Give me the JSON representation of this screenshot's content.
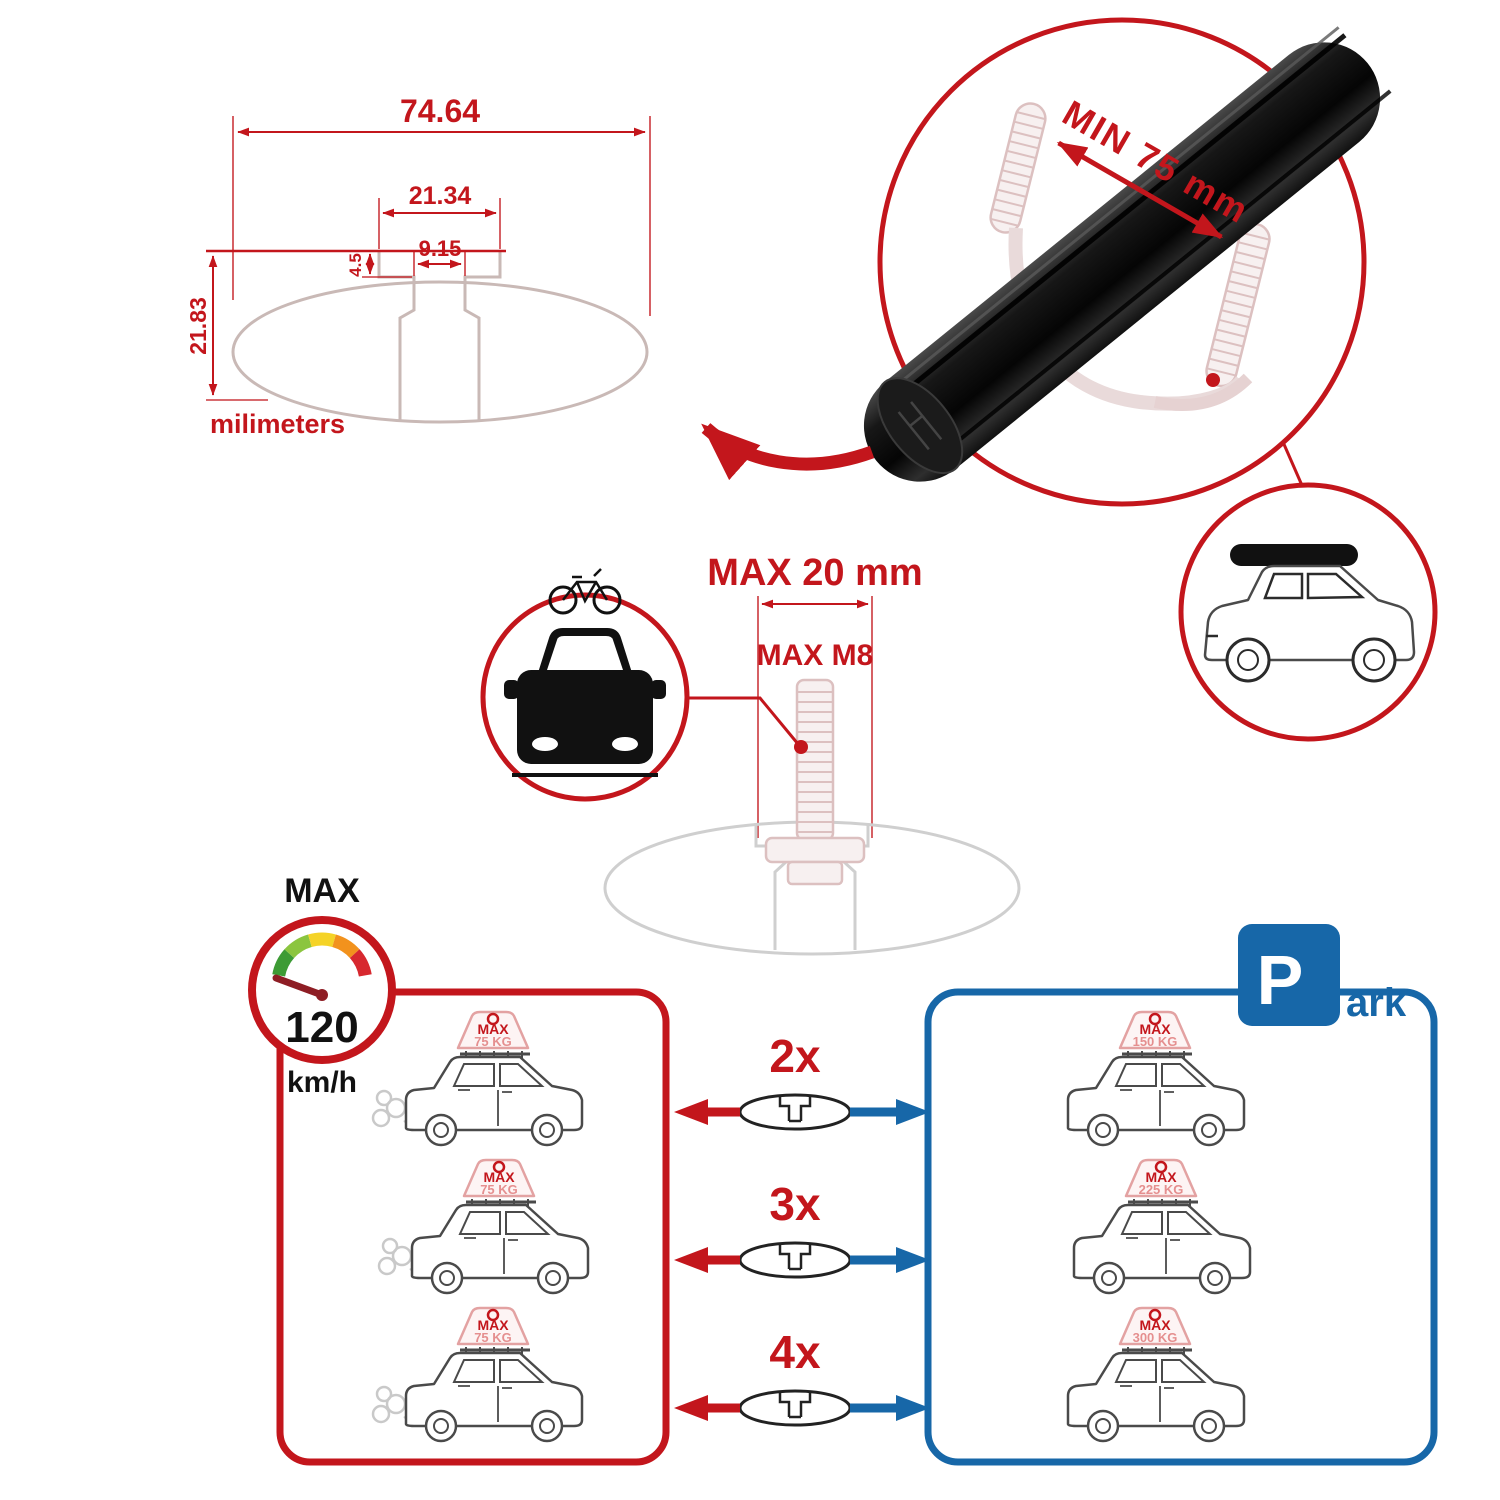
{
  "colors": {
    "accent_red": "#C3161C",
    "accent_blue": "#1767A8",
    "ghost_pink": "#DCC0C0",
    "profile_gray": "#C9B9B6",
    "bar_black": "#111111"
  },
  "profile_drawing": {
    "dim_total_width": "74.64",
    "dim_recess_width": "21.34",
    "dim_slot_width": "9.15",
    "dim_recess_depth": "4.5",
    "dim_total_height": "21.83",
    "units_label": "milimeters"
  },
  "crossbar_detail": {
    "min_span_label": "MIN 75 mm"
  },
  "tbolt_diagram": {
    "max_width_label": "MAX 20 mm",
    "max_thread_label": "MAX M8"
  },
  "speed_gauge": {
    "title": "MAX",
    "value": "120",
    "units": "km/h"
  },
  "parking_sign": {
    "p": "P",
    "ark": "ark"
  },
  "capacity": {
    "multipliers": [
      "2x",
      "3x",
      "4x"
    ],
    "driving": [
      {
        "max": "MAX",
        "kg": "75 KG"
      },
      {
        "max": "MAX",
        "kg": "75 KG"
      },
      {
        "max": "MAX",
        "kg": "75 KG"
      }
    ],
    "parked": [
      {
        "max": "MAX",
        "kg": "150 KG"
      },
      {
        "max": "MAX",
        "kg": "225 KG"
      },
      {
        "max": "MAX",
        "kg": "300 KG"
      }
    ]
  }
}
